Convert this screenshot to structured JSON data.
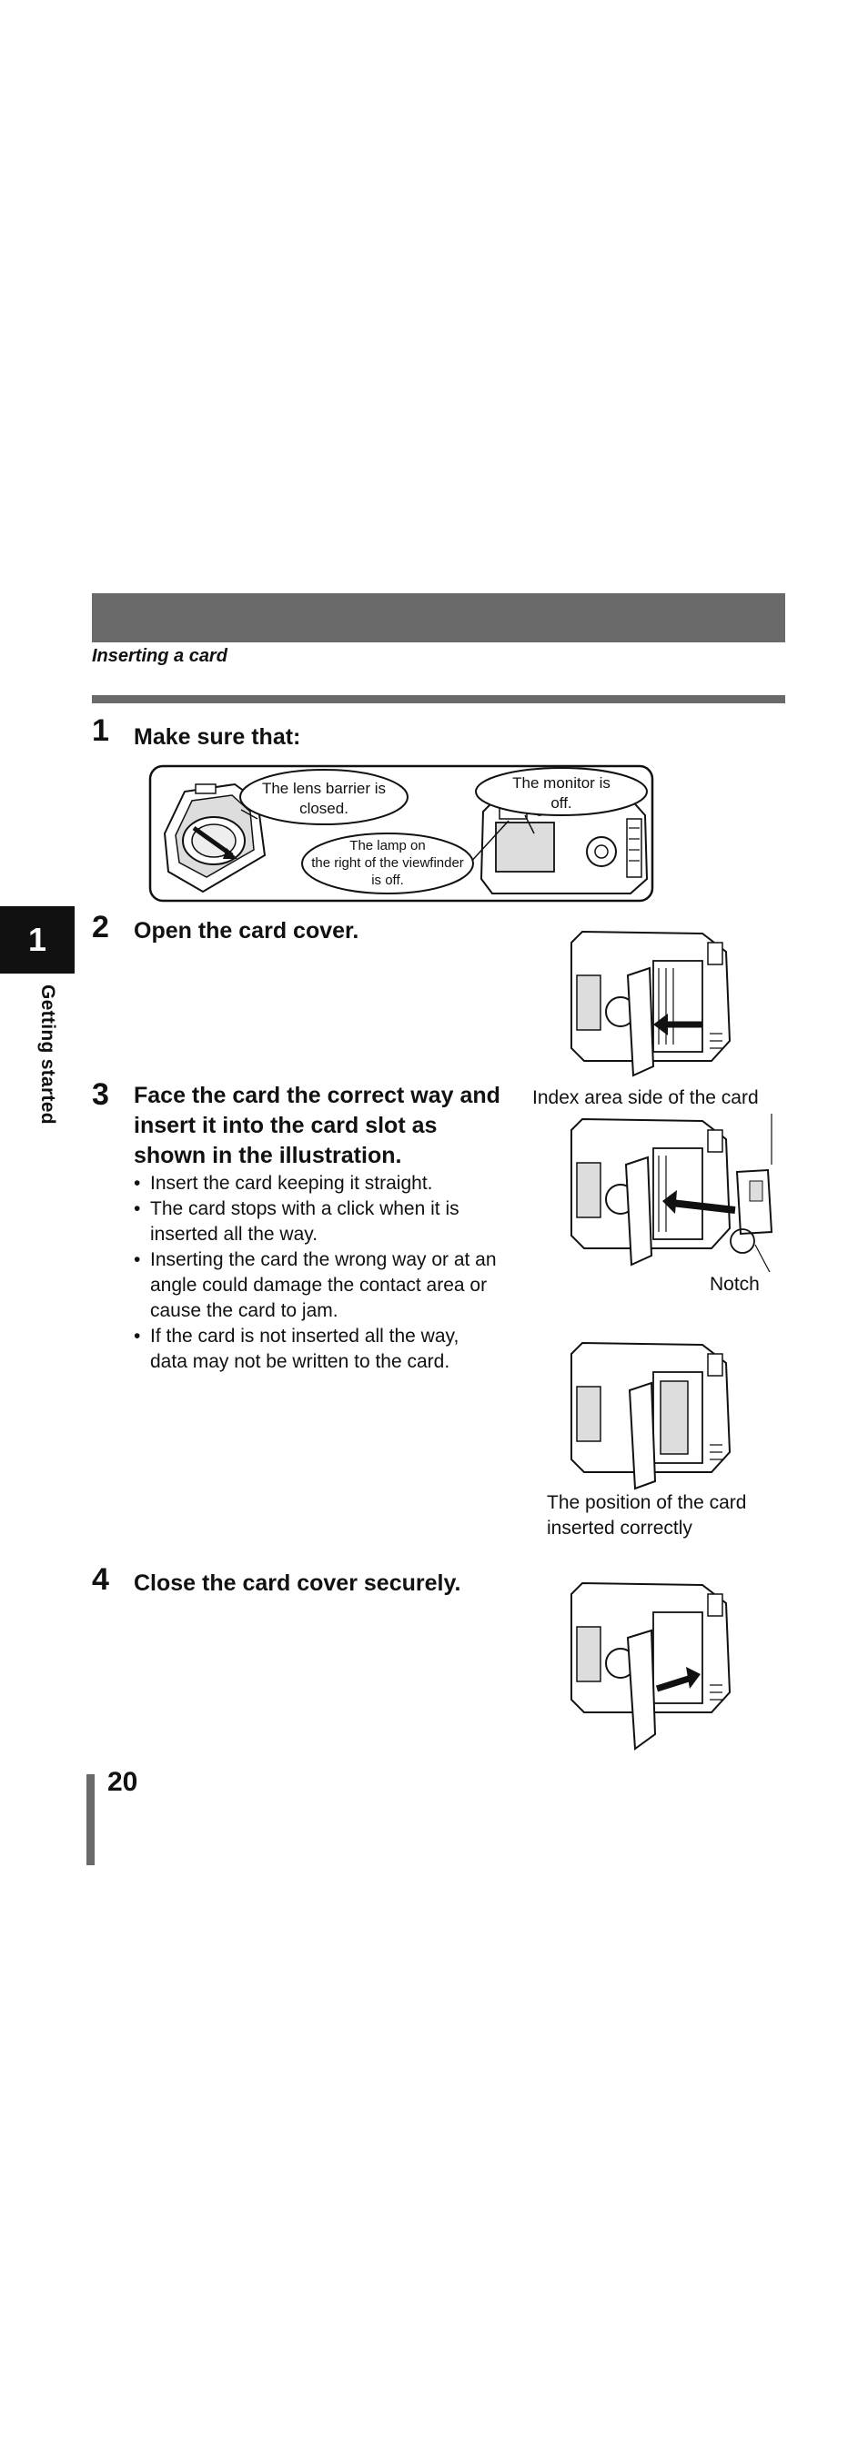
{
  "header": {
    "section_title": "Inserting a card"
  },
  "side_tab": {
    "chapter_number": "1",
    "chapter_label": "Getting started"
  },
  "steps": [
    {
      "number": "1",
      "title": "Make sure that:",
      "callouts": {
        "lens": [
          "The lens barrier is",
          "closed."
        ],
        "monitor": [
          "The monitor is",
          "off."
        ],
        "lamp": [
          "The lamp on",
          "the right of the viewfinder",
          "is off."
        ]
      }
    },
    {
      "number": "2",
      "title": "Open the card cover."
    },
    {
      "number": "3",
      "title_lines": [
        "Face the card the correct way and",
        "insert it into the card slot as",
        "shown in the illustration."
      ],
      "bullets": [
        [
          "Insert the card keeping it straight."
        ],
        [
          "The card stops with a click when it is",
          "inserted all the way."
        ],
        [
          "Inserting the card the wrong way or at an",
          "angle could damage the contact area or",
          "cause the card to jam."
        ],
        [
          "If the card is not inserted all the way,",
          "data may not be written to the card."
        ]
      ],
      "index_label": "Index area side of the card",
      "notch_label": "Notch",
      "position_caption": [
        "The position of the card",
        "inserted correctly"
      ]
    },
    {
      "number": "4",
      "title": "Close the card cover securely."
    }
  ],
  "footer": {
    "page_number": "20"
  }
}
